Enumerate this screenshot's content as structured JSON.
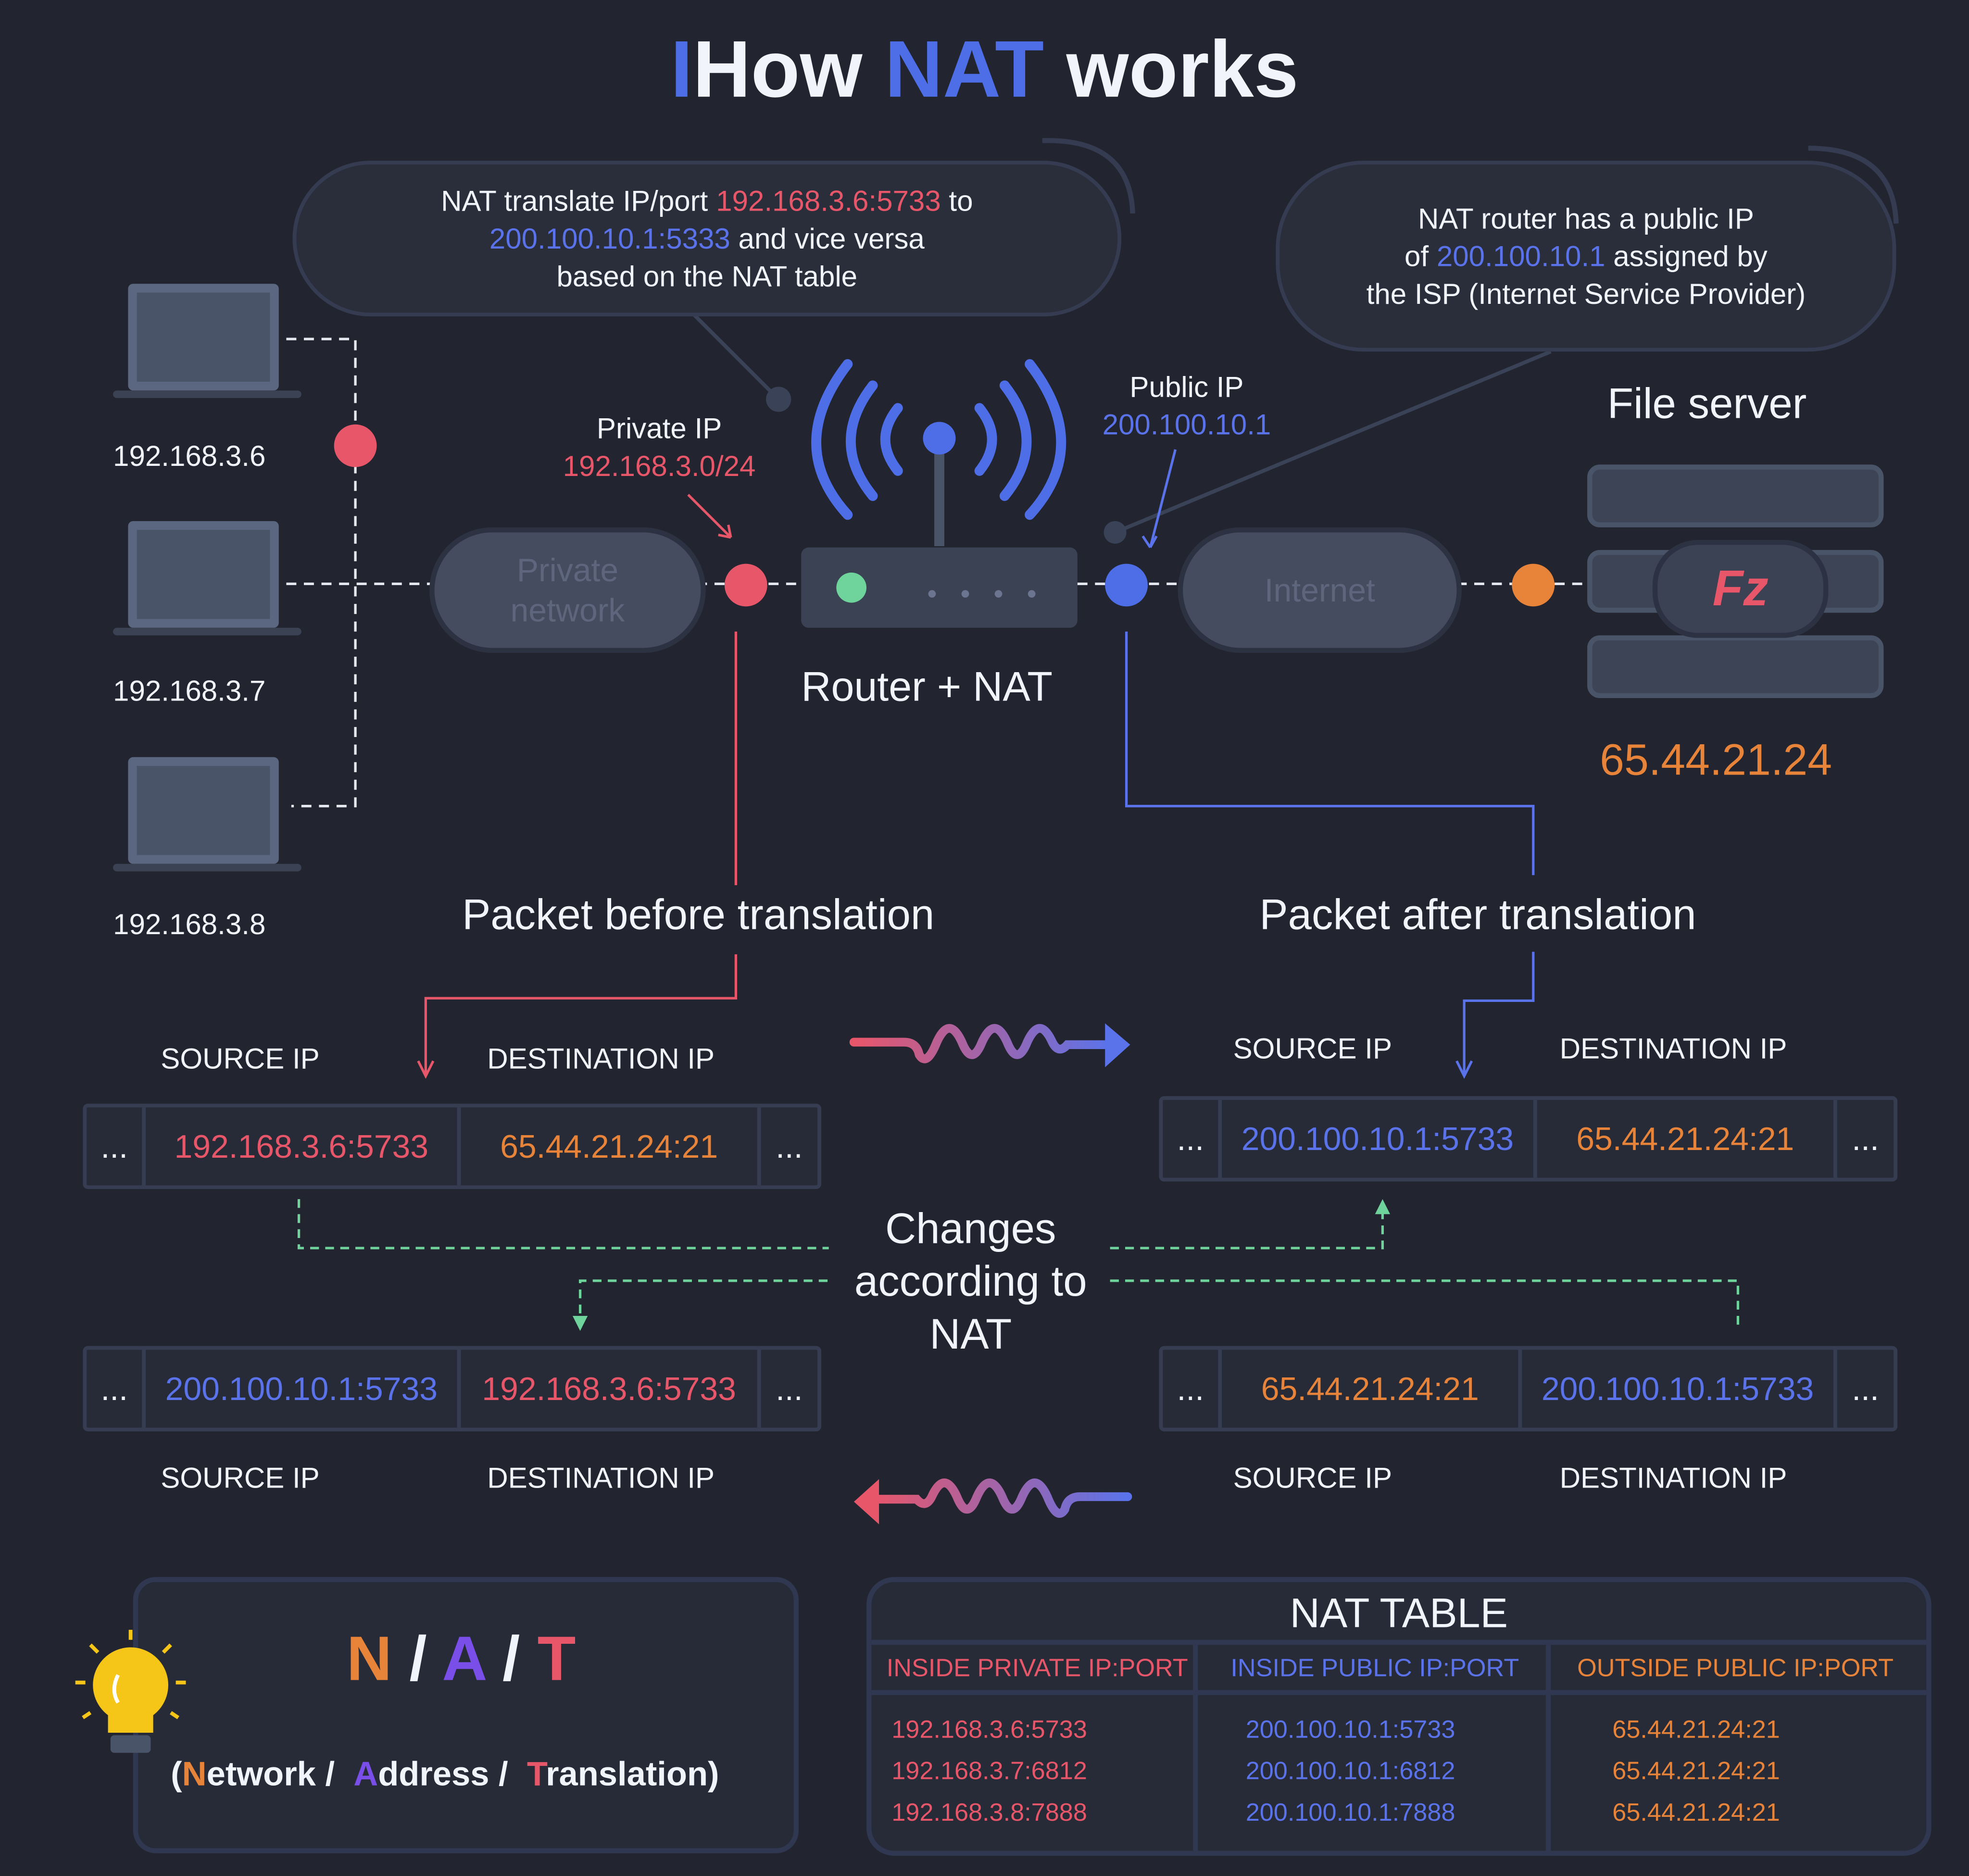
{
  "title": {
    "prefix": "I",
    "how": "How ",
    "nat": "NAT",
    "works": " works"
  },
  "bubble_left": {
    "line1_a": "NAT translate  IP/port ",
    "line1_ip": "192.168.3.6:5733",
    "line1_b": " to",
    "line2_ip": "200.100.10.1:5333",
    "line2_b": " and vice versa",
    "line3": "based on the NAT table"
  },
  "bubble_right": {
    "line1": "NAT router has a public IP",
    "line2_a": "of ",
    "line2_ip": "200.100.10.1",
    "line2_b": " assigned by",
    "line3": "the ISP (Internet Service Provider)"
  },
  "hosts": [
    {
      "ip": "192.168.3.6"
    },
    {
      "ip": "192.168.3.7"
    },
    {
      "ip": "192.168.3.8"
    }
  ],
  "private_ip": {
    "label": "Private IP",
    "value": "192.168.3.0/24"
  },
  "public_ip": {
    "label": "Public IP",
    "value": "200.100.10.1"
  },
  "clouds": {
    "private": "Private network",
    "internet": "Internet"
  },
  "router_label": "Router + NAT",
  "file_server": {
    "label": "File server",
    "ip": "65.44.21.24",
    "logo": "Fz"
  },
  "packet_before_title": "Packet before translation",
  "packet_after_title": "Packet after translation",
  "headers": {
    "source": "SOURCE IP",
    "destination": "DESTINATION IP"
  },
  "ellipsis": "...",
  "packets": {
    "before_out": {
      "src": "192.168.3.6:5733",
      "dst": "65.44.21.24:21"
    },
    "after_out": {
      "src": "200.100.10.1:5733",
      "dst": "65.44.21.24:21"
    },
    "before_in": {
      "src": "200.100.10.1:5733",
      "dst": "192.168.3.6:5733"
    },
    "after_in": {
      "src": "65.44.21.24:21",
      "dst": "200.100.10.1:5733"
    }
  },
  "changes_label": {
    "l1": "Changes",
    "l2": "according to",
    "l3": "NAT"
  },
  "acronym": {
    "n": "N",
    "a": "A",
    "t": "T",
    "sep": "/",
    "open": "(",
    "network_initial": "N",
    "network_rest": "etwork /",
    "address_initial": "A",
    "address_rest": "ddress /",
    "translation_initial": "T",
    "translation_rest": "ranslation)"
  },
  "nat_table": {
    "title": "NAT TABLE",
    "columns": [
      "INSIDE PRIVATE IP:PORT",
      "INSIDE PUBLIC IP:PORT",
      "OUTSIDE PUBLIC IP:PORT"
    ],
    "rows": [
      [
        "192.168.3.6:5733",
        "200.100.10.1:5733",
        "65.44.21.24:21"
      ],
      [
        "192.168.3.7:6812",
        "200.100.10.1:6812",
        "65.44.21.24:21"
      ],
      [
        "192.168.3.8:7888",
        "200.100.10.1:7888",
        "65.44.21.24:21"
      ]
    ]
  },
  "colors": {
    "bg": "#22252f",
    "red": "#e8566a",
    "blue": "#5a73ea",
    "orange": "#e8843a",
    "green": "#6fd39c"
  }
}
